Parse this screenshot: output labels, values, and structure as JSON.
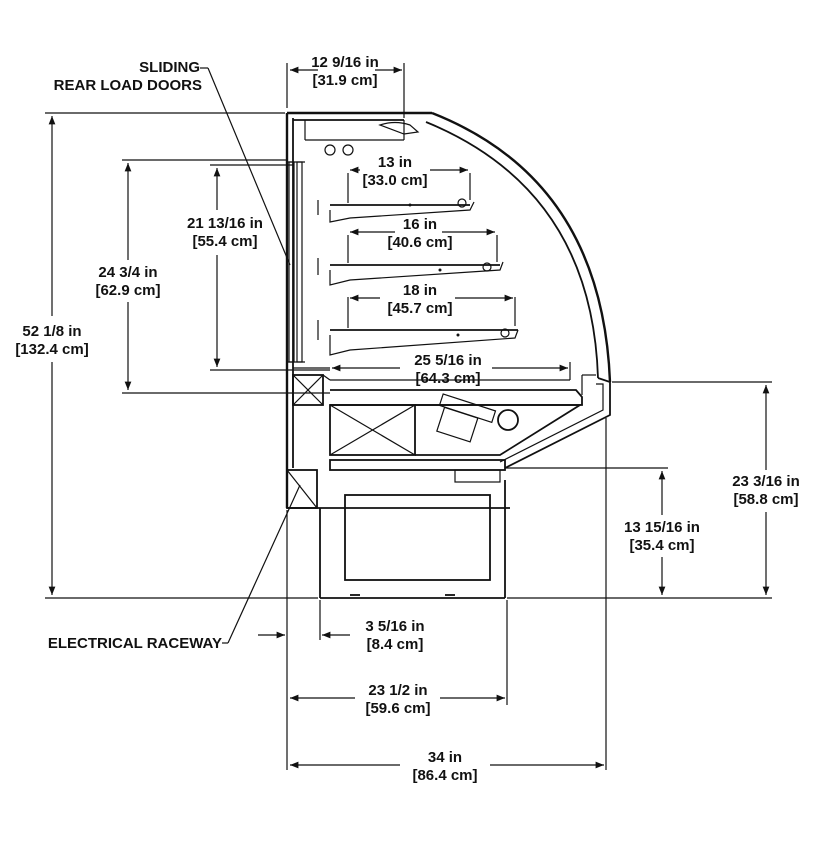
{
  "labels": {
    "sliding_doors": [
      "SLIDING",
      "REAR LOAD DOORS"
    ],
    "electrical_raceway": "ELECTRICAL RACEWAY"
  },
  "dimensions": {
    "top_width": {
      "in": "12 9/16 in",
      "cm": "[31.9 cm]"
    },
    "shelf_top": {
      "in": "13 in",
      "cm": "[33.0 cm]"
    },
    "shelf_mid": {
      "in": "16 in",
      "cm": "[40.6 cm]"
    },
    "shelf_low": {
      "in": "18 in",
      "cm": "[45.7 cm]"
    },
    "deck_depth": {
      "in": "25 5/16 in",
      "cm": "[64.3 cm]"
    },
    "door_height": {
      "in": "21 13/16 in",
      "cm": "[55.4 cm]"
    },
    "shelf_span_height": {
      "in": "24 3/4 in",
      "cm": "[62.9 cm]"
    },
    "overall_height": {
      "in": "52 1/8 in",
      "cm": "[132.4 cm]"
    },
    "front_height": {
      "in": "23 3/16 in",
      "cm": "[58.8 cm]"
    },
    "base_height": {
      "in": "13 15/16 in",
      "cm": "[35.4 cm]"
    },
    "raceway_offset": {
      "in": "3 5/16 in",
      "cm": "[8.4 cm]"
    },
    "base_width": {
      "in": "23 1/2 in",
      "cm": "[59.6 cm]"
    },
    "overall_width": {
      "in": "34 in",
      "cm": "[86.4 cm]"
    }
  }
}
